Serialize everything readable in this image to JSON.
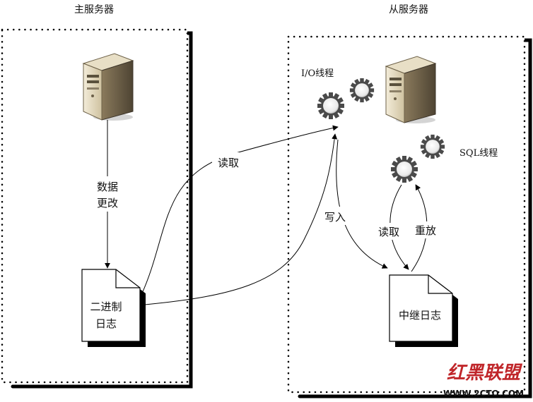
{
  "master": {
    "title": "主服务器",
    "data_change_line1": "数据",
    "data_change_line2": "更改",
    "binlog_line1": "二进制",
    "binlog_line2": "日志"
  },
  "slave": {
    "title": "从服务器",
    "io_thread": "I/O线程",
    "sql_thread": "SQL线程",
    "relay_log": "中继日志"
  },
  "edges": {
    "read_master": "读取",
    "write": "写入",
    "read_relay": "读取",
    "replay": "重放"
  },
  "watermark": {
    "brand": "红黑联盟",
    "url": "WWW.2CTO.COM"
  },
  "colors": {
    "watermark_red": "#c0262a",
    "frame": "#000000"
  }
}
